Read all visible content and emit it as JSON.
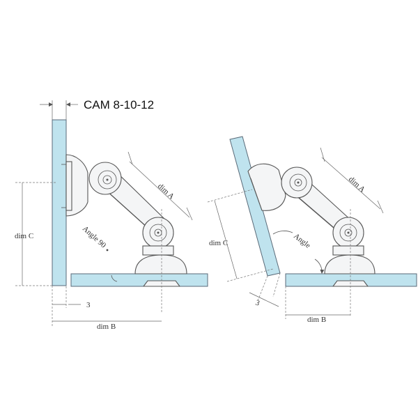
{
  "title": "CAM 8-10-12",
  "colors": {
    "glass": "#bfe3ee",
    "metal": "#f4f5f6",
    "line": "#555555"
  },
  "left_view": {
    "dim_a": "dim A",
    "dim_b": "dim B",
    "dim_c": "dim C",
    "gap": "3",
    "angle": "Angle 90"
  },
  "right_view": {
    "dim_a": "dim A",
    "dim_b": "dim B",
    "dim_c": "dim C",
    "gap": "3",
    "angle": "Angle"
  }
}
